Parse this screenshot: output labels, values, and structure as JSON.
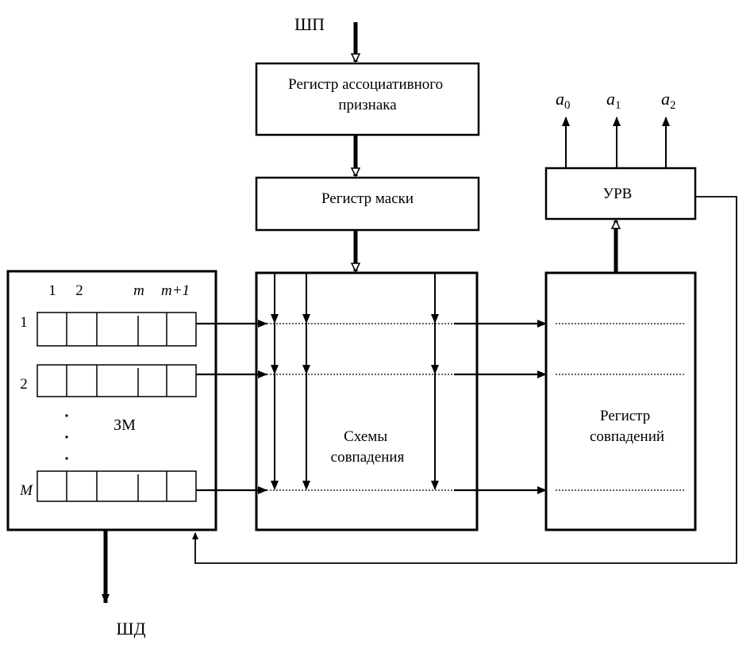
{
  "labels": {
    "bus_in": "ШП",
    "bus_out": "ШД",
    "assoc_register": [
      "Регистр ассоциативного",
      "признака"
    ],
    "mask_register": "Регистр маски",
    "match_circuits": [
      "Схемы",
      "совпадения"
    ],
    "match_register": [
      "Регистр",
      "совпадений"
    ],
    "urv": "УРВ",
    "memory": "ЗМ",
    "outputs": [
      {
        "base": "a",
        "sub": "0"
      },
      {
        "base": "a",
        "sub": "1"
      },
      {
        "base": "a",
        "sub": "2"
      }
    ],
    "columns": [
      "1",
      "2",
      "m",
      "m+1"
    ],
    "rows": [
      "1",
      "2",
      "M"
    ]
  }
}
